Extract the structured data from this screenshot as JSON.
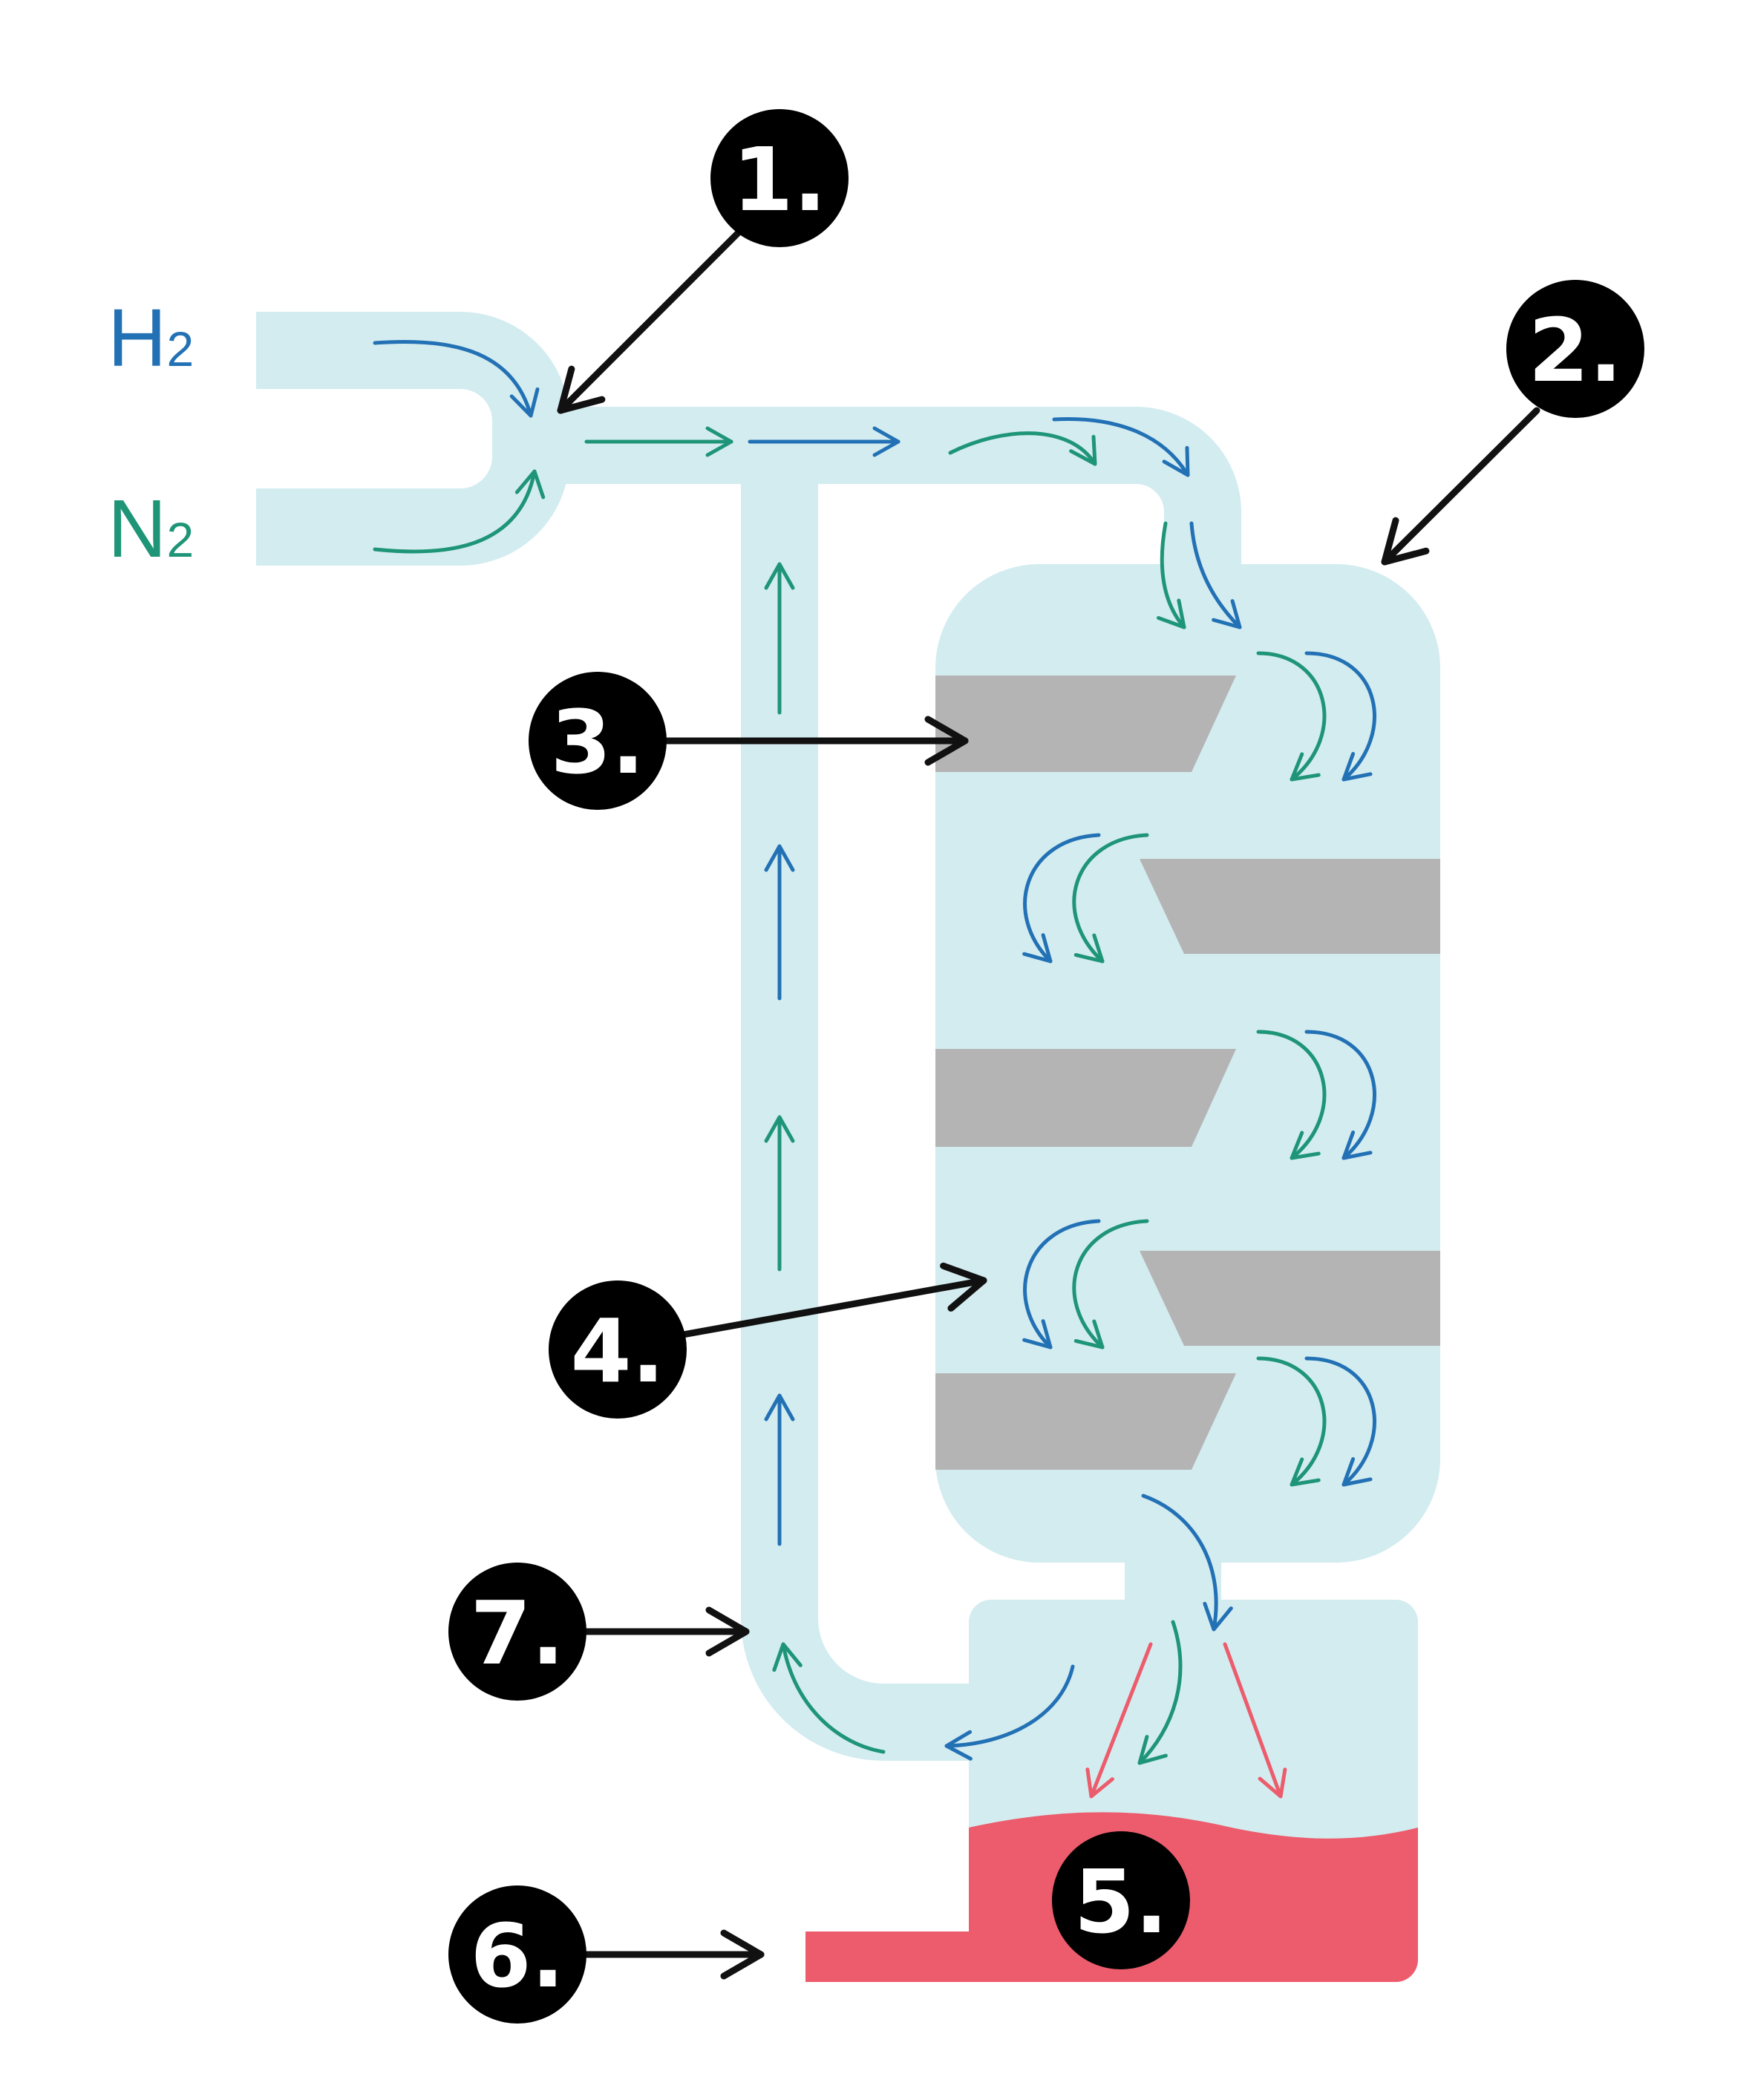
{
  "labels": {
    "h2": {
      "base": "H",
      "sub": "2"
    },
    "n2": {
      "base": "N",
      "sub": "2"
    }
  },
  "callouts": [
    {
      "id": "1",
      "text": "1."
    },
    {
      "id": "2",
      "text": "2."
    },
    {
      "id": "3",
      "text": "3."
    },
    {
      "id": "4",
      "text": "4."
    },
    {
      "id": "5",
      "text": "5."
    },
    {
      "id": "6",
      "text": "6."
    },
    {
      "id": "7",
      "text": "7."
    }
  ],
  "colors": {
    "pipe": "#d3ecf0",
    "hydrogen": "#2371b5",
    "nitrogen": "#1f9577",
    "product": "#ec5c6c",
    "catalyst": "#b4b4b4",
    "pointer": "#111111",
    "badge": "#000000"
  }
}
